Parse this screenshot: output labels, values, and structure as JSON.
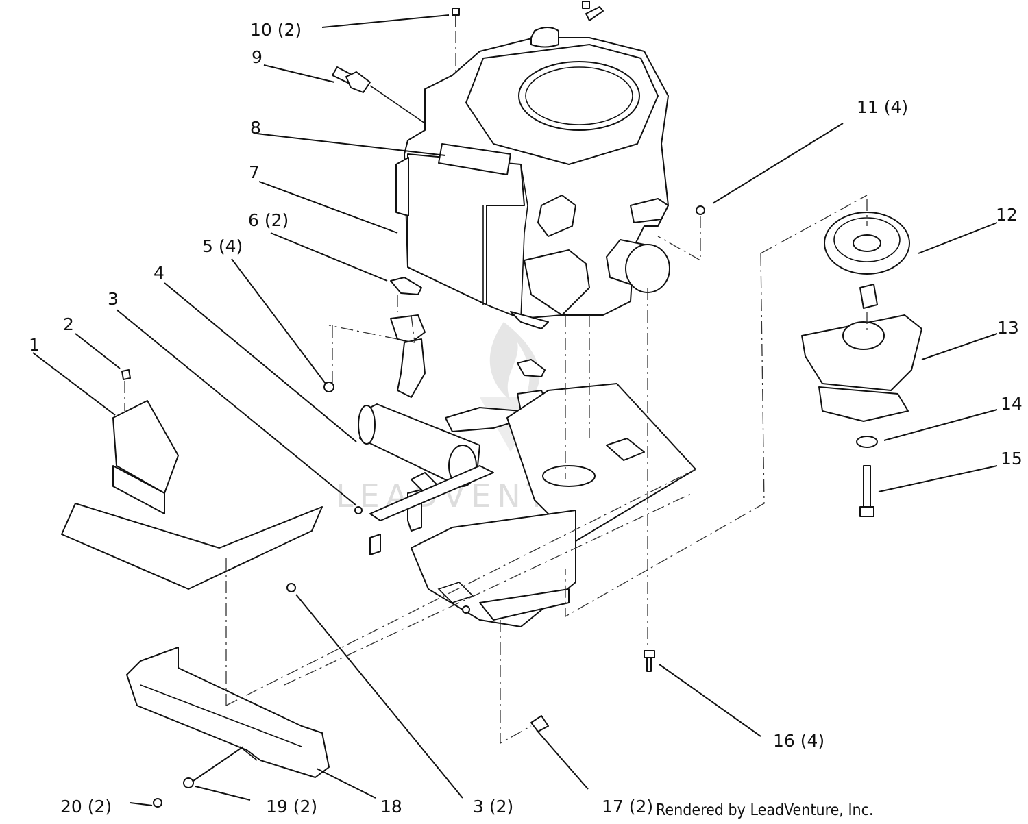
{
  "callouts": [
    {
      "id": "c1",
      "text": "1"
    },
    {
      "id": "c2",
      "text": "2"
    },
    {
      "id": "c3",
      "text": "3"
    },
    {
      "id": "c4",
      "text": "4"
    },
    {
      "id": "c5",
      "text": "5 (4)"
    },
    {
      "id": "c6",
      "text": "6 (2)"
    },
    {
      "id": "c7",
      "text": "7"
    },
    {
      "id": "c8",
      "text": "8"
    },
    {
      "id": "c9",
      "text": "9"
    },
    {
      "id": "c10",
      "text": "10 (2)"
    },
    {
      "id": "c11",
      "text": "11 (4)"
    },
    {
      "id": "c12",
      "text": "12"
    },
    {
      "id": "c13",
      "text": "13"
    },
    {
      "id": "c14",
      "text": "14"
    },
    {
      "id": "c15",
      "text": "15"
    },
    {
      "id": "c16",
      "text": "16 (4)"
    },
    {
      "id": "c17",
      "text": "17 (2)"
    },
    {
      "id": "c18",
      "text": "18"
    },
    {
      "id": "c19",
      "text": "19 (2)"
    },
    {
      "id": "c20",
      "text": "20 (2)"
    },
    {
      "id": "c3b",
      "text": "3 (2)"
    }
  ],
  "credit": "Rendered by LeadVenture, Inc.",
  "watermark": "LEADVENTURE"
}
